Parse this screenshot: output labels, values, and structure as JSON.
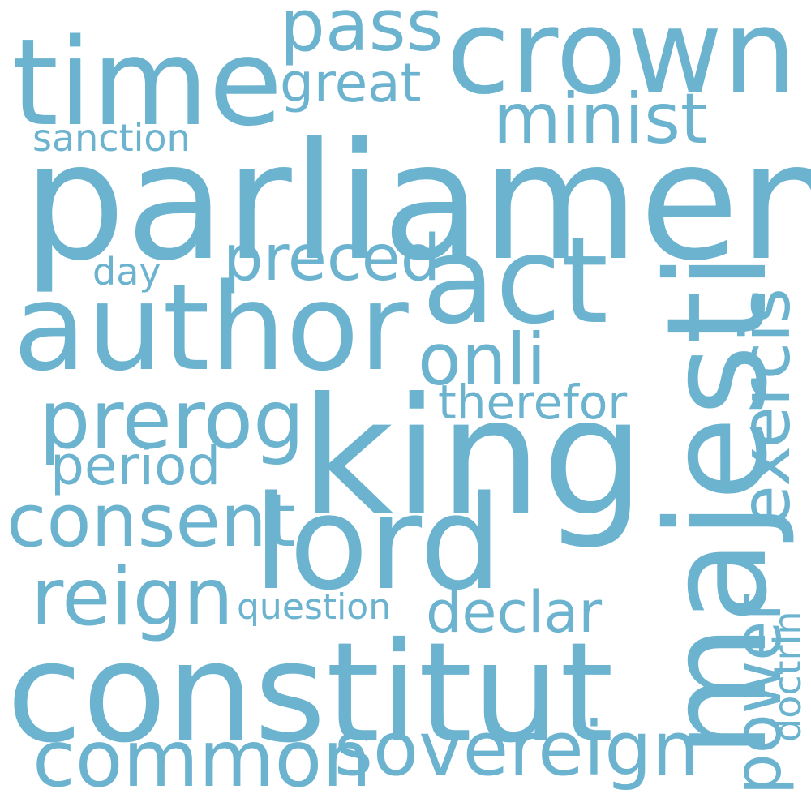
{
  "color": "#6bb3cf",
  "background": "#ffffff",
  "words": {
    "parliament": "parliament",
    "king": "king",
    "constitut": "constitut",
    "author": "author",
    "time": "time",
    "crown": "crown",
    "act": "act",
    "majesti": "majesti",
    "lord": "lord",
    "prerog": "prerog",
    "reign": "reign",
    "consent": "consent",
    "common": "common",
    "sovereign": "sovereign",
    "pass": "pass",
    "great": "great",
    "minist": "minist",
    "preced": "preced",
    "onli": "onli",
    "exercis": "exercis",
    "therefor": "therefor",
    "period": "period",
    "declar": "declar",
    "question": "question",
    "power": "power",
    "doctrin": "doctrin",
    "day": "day",
    "sanction": "sanction"
  }
}
